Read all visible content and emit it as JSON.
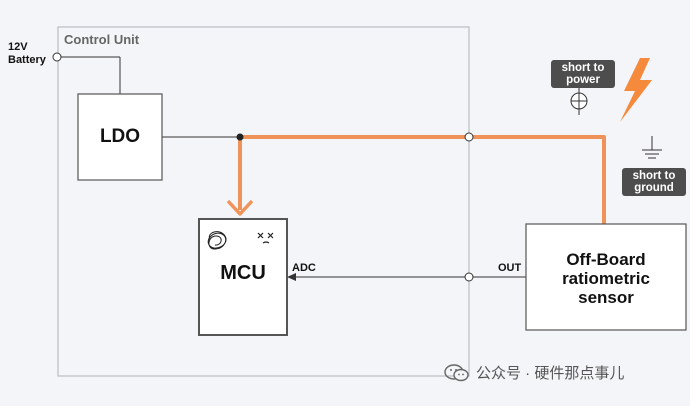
{
  "title": "Control Unit",
  "battery": [
    "12V",
    "Battery"
  ],
  "blocks": {
    "ldo": "LDO",
    "mcu": "MCU",
    "sensor": [
      "Off-Board",
      "ratiometric",
      "sensor"
    ]
  },
  "signals": {
    "adc": "ADC",
    "out": "OUT"
  },
  "faults": {
    "power": [
      "short to",
      "power"
    ],
    "ground": [
      "short to",
      "ground"
    ]
  },
  "watermark": "公众号 · 硬件那点事儿",
  "colors": {
    "fault_path": "#f0935a",
    "bolt": "#f58a3c",
    "wire": "#333333",
    "unit_border": "#b8bcc4",
    "tag_bg": "#4d4d4d"
  }
}
